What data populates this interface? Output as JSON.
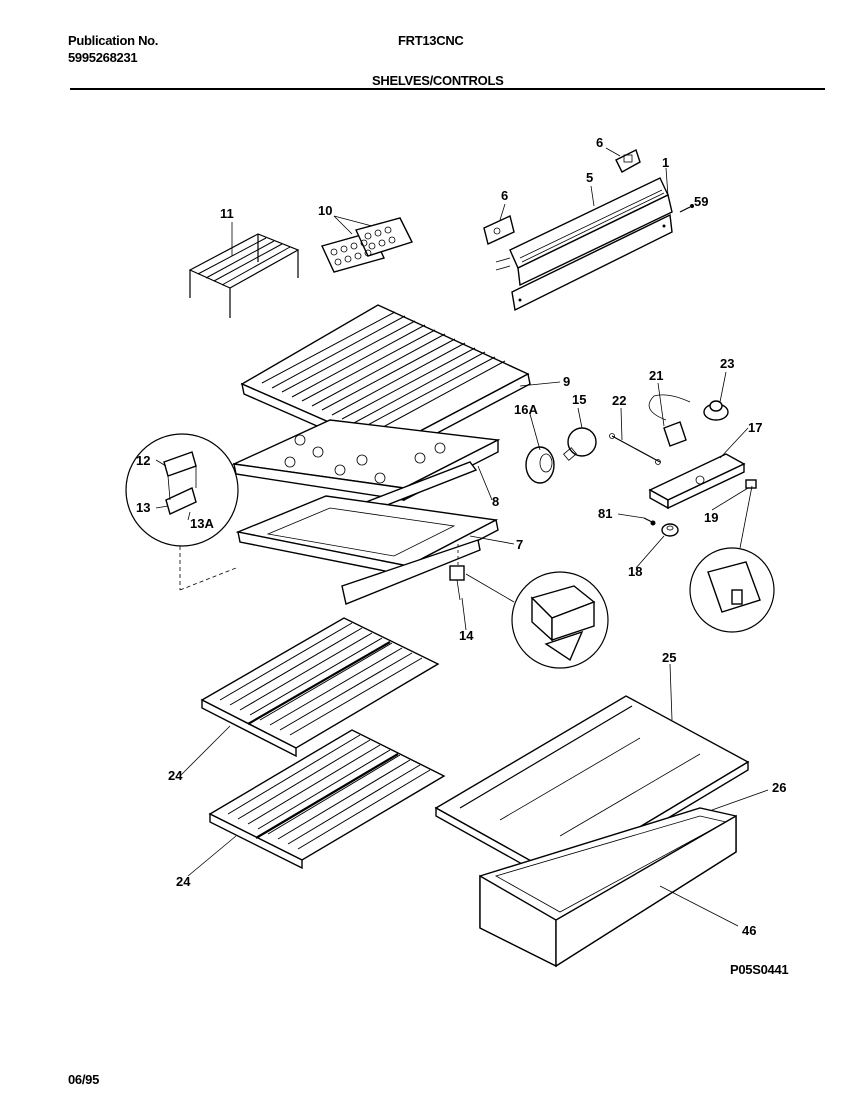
{
  "header": {
    "publication_label": "Publication No.",
    "publication_number": "5995268231",
    "model": "FRT13CNC",
    "section_title": "SHELVES/CONTROLS"
  },
  "footer": {
    "date": "06/95",
    "drawing_code": "P05S0441"
  },
  "callouts": {
    "c1": "1",
    "c5": "5",
    "c6a": "6",
    "c6b": "6",
    "c59": "59",
    "c11": "11",
    "c10": "10",
    "c9": "9",
    "c8": "8",
    "c7": "7",
    "c12": "12",
    "c13": "13",
    "c13a": "13A",
    "c16a": "16A",
    "c15": "15",
    "c22": "22",
    "c21": "21",
    "c23": "23",
    "c17": "17",
    "c81": "81",
    "c19": "19",
    "c18": "18",
    "c14": "14",
    "c25": "25",
    "c26": "26",
    "c46": "46",
    "c24a": "24",
    "c24b": "24"
  }
}
